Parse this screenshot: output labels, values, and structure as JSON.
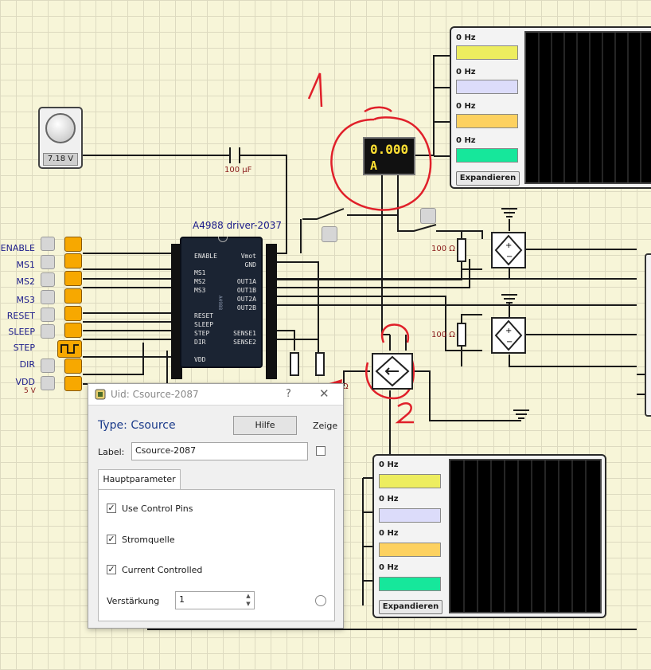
{
  "knob": {
    "value": "7.18 V"
  },
  "capacitor": {
    "label": "100 µF"
  },
  "driver": {
    "title": "A4988 driver-2037",
    "left_pins": [
      "ENABLE",
      "MS1",
      "MS2",
      "MS3",
      "RESET",
      "SLEEP",
      "STEP",
      "DIR",
      "VDD"
    ],
    "right_pins": [
      "Vmot",
      "GND",
      "OUT1A",
      "OUT1B",
      "OUT2A",
      "OUT2B",
      "SENSE1",
      "SENSE2"
    ],
    "chip_mark": "A4988"
  },
  "inputs": {
    "labels": [
      "ENABLE",
      "MS1",
      "MS2",
      "MS3",
      "RESET",
      "SLEEP",
      "STEP",
      "DIR",
      "VDD"
    ],
    "vdd_voltage": "5 V"
  },
  "ammeter": {
    "value": "0.000",
    "unit": "A"
  },
  "resistors": {
    "label1": "100 Ω",
    "label2": "100 Ω",
    "label3": "Ω"
  },
  "annotations": {
    "one": "1",
    "two": "2"
  },
  "scope_top": {
    "channels": [
      "0 Hz",
      "0 Hz",
      "0 Hz",
      "0 Hz"
    ],
    "expand_label": "Expandieren",
    "colors": [
      "#eded5f",
      "#dcdcfa",
      "#fdd160",
      "#16e79b"
    ]
  },
  "scope_bottom": {
    "channels": [
      "0 Hz",
      "0 Hz",
      "0 Hz",
      "0 Hz"
    ],
    "expand_label": "Expandieren",
    "colors": [
      "#eded5f",
      "#dcdcfa",
      "#fdd160",
      "#16e79b"
    ]
  },
  "dialog": {
    "title": "Uid: Csource-2087",
    "help_symbol": "?",
    "type_label": "Type: Csource",
    "help_button": "Hilfe",
    "show_label": "Zeige",
    "label_caption": "Label:",
    "label_value": "Csource-2087",
    "tab": "Hauptparameter",
    "checkboxes": [
      {
        "label": "Use Control Pins",
        "checked": true
      },
      {
        "label": "Stromquelle",
        "checked": true
      },
      {
        "label": "Current Controlled",
        "checked": true
      }
    ],
    "gain_caption": "Verstärkung",
    "gain_value": "1"
  },
  "colors": {
    "accent_orange": "#f7a800",
    "annotation_red": "#e0202a",
    "dialog_type_blue": "#1a3a8a"
  }
}
